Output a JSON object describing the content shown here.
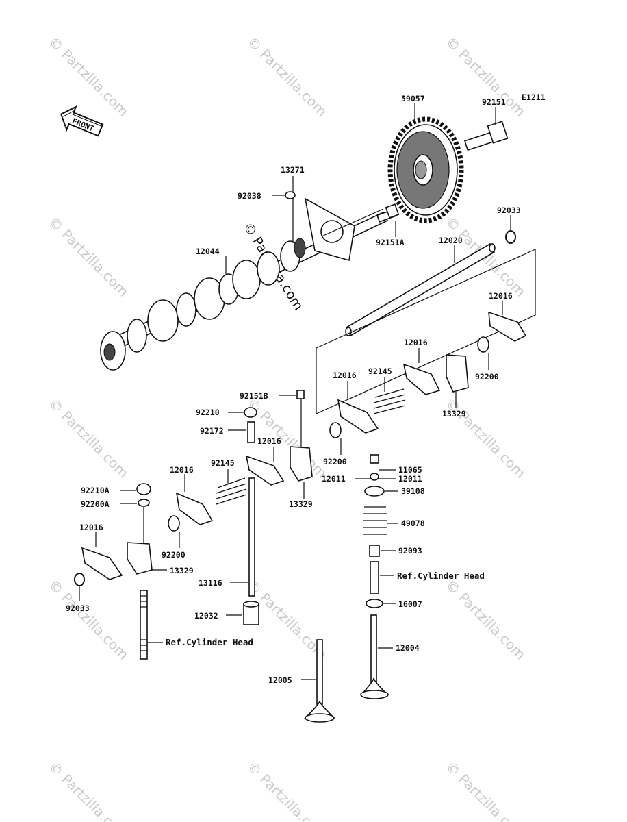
{
  "diagram_code": "E1211",
  "front_label": "FRONT",
  "watermark": "© Partzilla.com",
  "parts": {
    "p59057": "59057",
    "p92151": "92151",
    "p13271": "13271",
    "p92038": "92038",
    "p92033_top": "92033",
    "p92151A": "92151A",
    "p12020": "12020",
    "p12044": "12044",
    "p12016_a": "12016",
    "p12016_b": "12016",
    "p12016_c": "12016",
    "p92145_a": "92145",
    "p92200_a": "92200",
    "p13329_a": "13329",
    "p92151B": "92151B",
    "p92210": "92210",
    "p92172": "92172",
    "p12016_d": "12016",
    "p92145_b": "92145",
    "p12016_e": "12016",
    "p92200_b": "92200",
    "p11065": "11065",
    "p12011_l": "12011",
    "p12011_r": "12011",
    "p39108": "39108",
    "p13329_b": "13329",
    "p92210A": "92210A",
    "p92200A": "92200A",
    "p12016_f": "12016",
    "p49078": "49078",
    "p92200_c": "92200",
    "p13329_c": "13329",
    "p92093": "92093",
    "p13116": "13116",
    "p92033_bot": "92033",
    "p12032": "12032",
    "p16007": "16007",
    "p12004": "12004",
    "p12005": "12005",
    "ref_head_right": "Ref.Cylinder Head",
    "ref_head_left": "Ref.Cylinder Head"
  }
}
